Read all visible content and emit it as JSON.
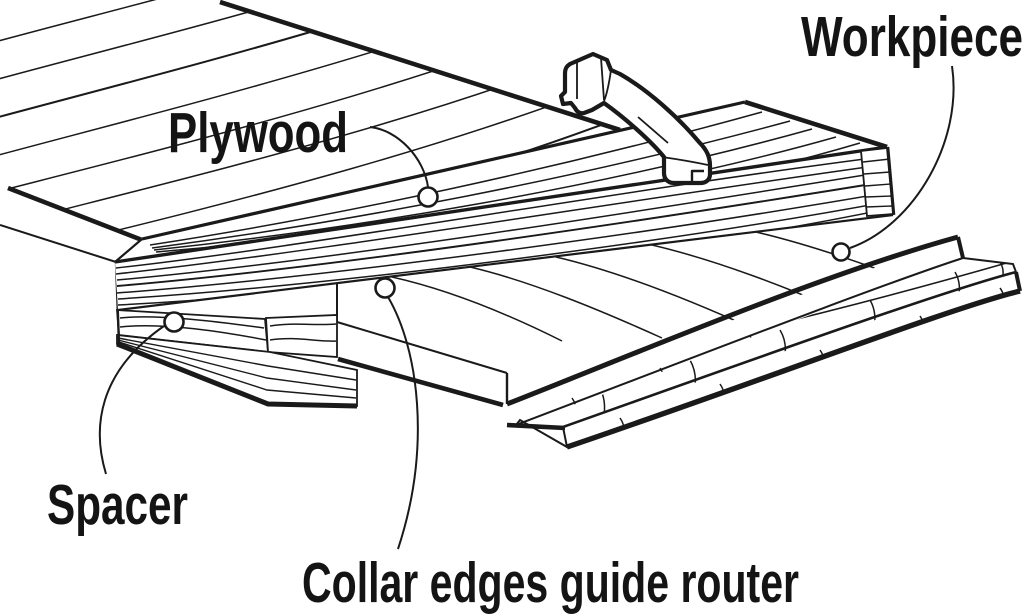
{
  "figure": {
    "type": "technical-illustration",
    "subject": "Router dado jig cross-section showing plywood fence, spacer and workpiece held by a clamp",
    "colors": {
      "background": "#ffffff",
      "ink": "#141414",
      "line": "#1a1a1a"
    },
    "labels": {
      "plywood": {
        "text": "Plywood"
      },
      "workpiece": {
        "text": "Workpiece"
      },
      "spacer": {
        "text": "Spacer"
      },
      "caption": {
        "text": "Collar edges guide router"
      }
    },
    "callouts": [
      {
        "label": "Plywood",
        "anchor": "top face of plywood fence strip"
      },
      {
        "label": "Workpiece",
        "anchor": "top face of workpiece board"
      },
      {
        "label": "Spacer",
        "anchor": "front face of spacer block"
      },
      {
        "label": "Collar edges guide router",
        "anchor": "bottom edge of plywood fence"
      }
    ],
    "parts": [
      "plywood-sheet",
      "plywood-fence-strip",
      "spacer-block",
      "workpiece-upper-board",
      "workpiece-lower-board",
      "clamp"
    ]
  }
}
